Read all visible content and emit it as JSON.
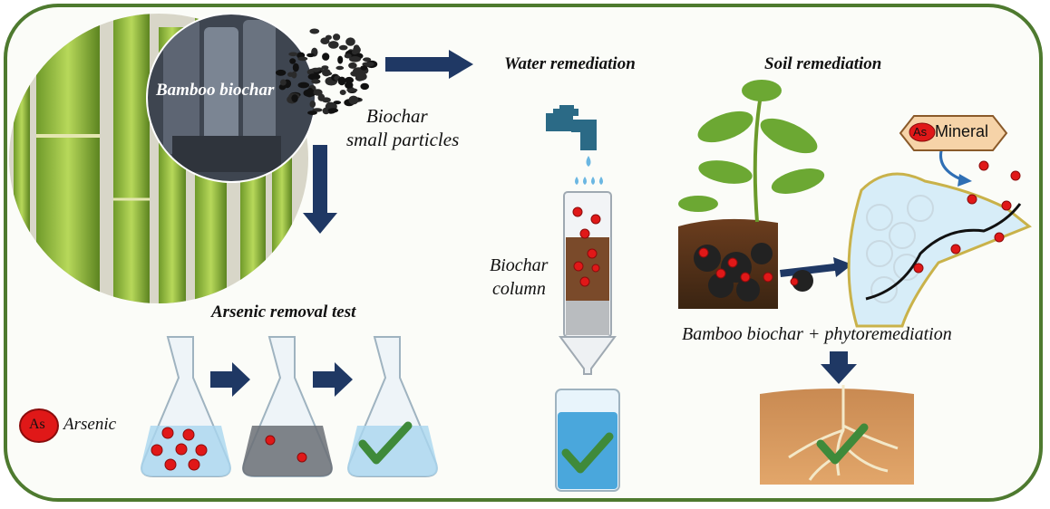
{
  "labels": {
    "bamboo_biochar": "Bamboo biochar",
    "biochar_small_particles": [
      "Biochar",
      "small particles"
    ],
    "water_remediation": "Water remediation",
    "soil_remediation": "Soil remediation",
    "arsenic_removal_test": "Arsenic removal test",
    "biochar_column": [
      "Biochar",
      "column"
    ],
    "bamboo_biochar_phyto": "Bamboo biochar + phytoremediation",
    "legend_symbol": "As",
    "legend_label": "Arsenic",
    "mineral_symbol": "As",
    "mineral_label": "Mineral"
  },
  "colors": {
    "frame": "#4e7a2f",
    "arrow": "#1f3864",
    "arsenic_dot": "#e01818",
    "check": "#3f8a3a",
    "water": "#7fc3e6",
    "mineral_fill": "#f6d3a8"
  }
}
